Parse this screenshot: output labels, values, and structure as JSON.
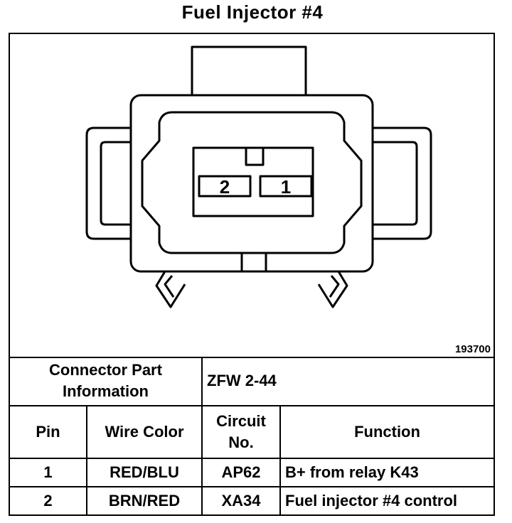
{
  "title": "Fuel Injector #4",
  "figure_id": "193700",
  "connector": {
    "pins": [
      {
        "label": "2"
      },
      {
        "label": "1"
      }
    ]
  },
  "part_info": {
    "label_line1": "Connector Part",
    "label_line2": "Information",
    "value": "ZFW 2-44"
  },
  "table": {
    "headers": {
      "pin": "Pin",
      "wire_color": "Wire Color",
      "circuit_line1": "Circuit",
      "circuit_line2": "No.",
      "function": "Function"
    },
    "rows": [
      {
        "pin": "1",
        "wire_color": "RED/BLU",
        "circuit": "AP62",
        "function": "B+ from relay K43"
      },
      {
        "pin": "2",
        "wire_color": "BRN/RED",
        "circuit": "XA34",
        "function": "Fuel injector #4 control"
      }
    ]
  }
}
